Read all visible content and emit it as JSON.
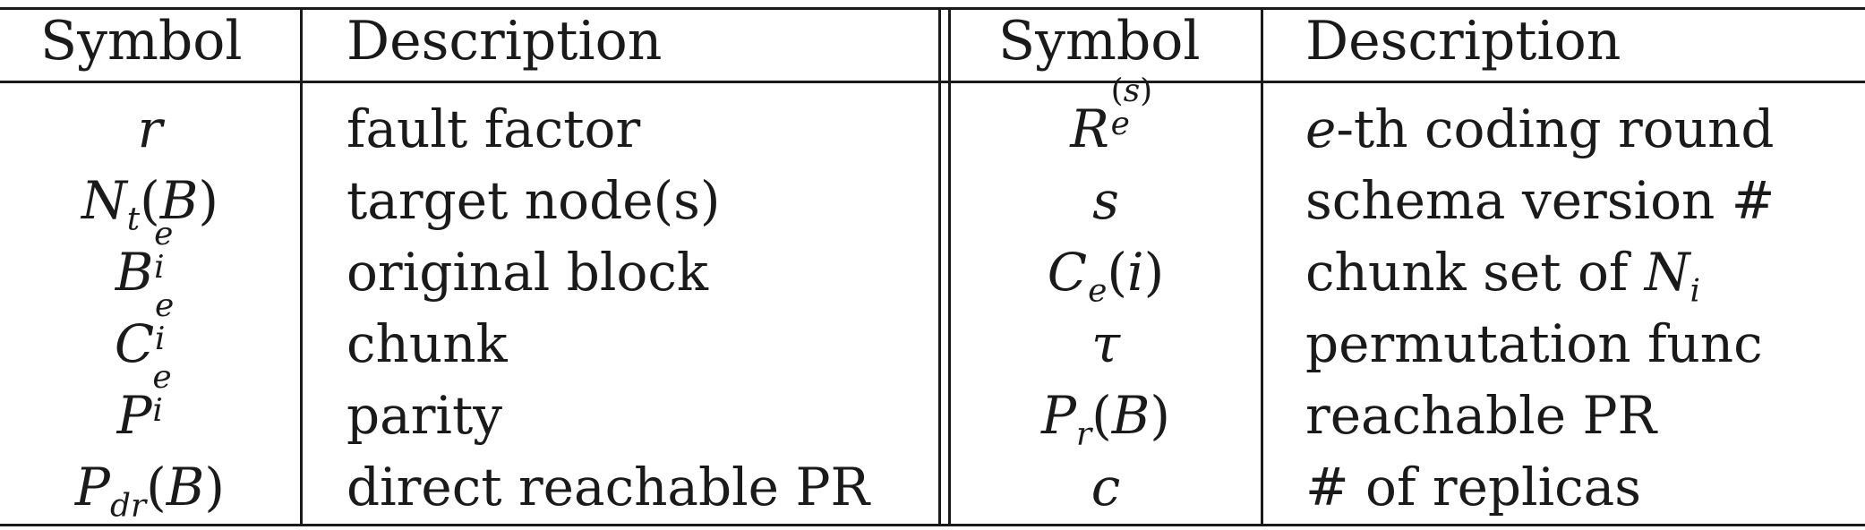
{
  "headers": {
    "left_symbol": "Symbol",
    "left_description": "Description",
    "right_symbol": "Symbol",
    "right_description": "Description"
  },
  "left_rows": [
    {
      "symbol": "r",
      "description": "fault factor"
    },
    {
      "symbol": "Nt(B)",
      "description": "target node(s)"
    },
    {
      "symbol": "Bie",
      "description": "original block"
    },
    {
      "symbol": "Cie",
      "description": "chunk"
    },
    {
      "symbol": "Pie",
      "description": "parity"
    },
    {
      "symbol": "Pdr(B)",
      "description": "direct reachable PR"
    }
  ],
  "right_rows": [
    {
      "symbol": "Re(s)",
      "description": "e-th coding round"
    },
    {
      "symbol": "s",
      "description": "schema version #"
    },
    {
      "symbol": "Ce(i)",
      "description": "chunk set of Ni"
    },
    {
      "symbol": "τ",
      "description": "permutation func"
    },
    {
      "symbol": "Pr(B)",
      "description": "reachable PR"
    },
    {
      "symbol": "c",
      "description": "# of replicas"
    }
  ]
}
